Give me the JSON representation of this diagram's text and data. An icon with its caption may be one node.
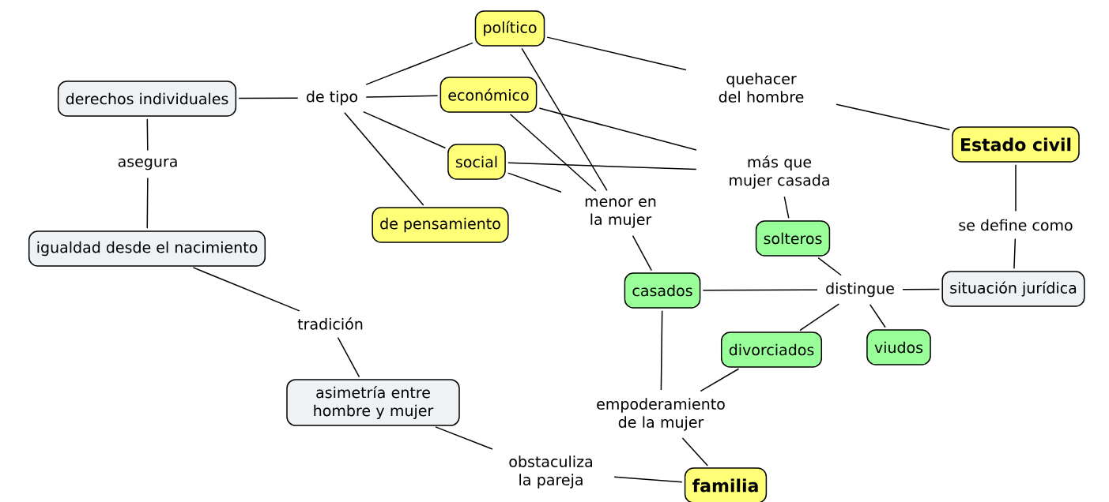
{
  "diagram": {
    "nodes": [
      {
        "text": [
          "político"
        ]
      },
      {
        "text": [
          "derechos individuales"
        ]
      },
      {
        "text": [
          "de tipo"
        ]
      },
      {
        "text": [
          "económico"
        ]
      },
      {
        "text": [
          "quehacer del hombre"
        ]
      },
      {
        "text": [
          "Estado civil"
        ]
      },
      {
        "text": [
          "social"
        ]
      },
      {
        "text": [
          "asegura"
        ]
      },
      {
        "text": [
          "más que mujer casada"
        ]
      },
      {
        "text": [
          "de pensamiento"
        ]
      },
      {
        "text": [
          "menor en la mujer"
        ]
      },
      {
        "text": [
          "se define como"
        ]
      },
      {
        "text": [
          "solteros"
        ]
      },
      {
        "text": [
          "igualdad desde el nacimiento"
        ]
      },
      {
        "text": [
          "casados"
        ]
      },
      {
        "text": [
          "distingue"
        ]
      },
      {
        "text": [
          "situación jurídica"
        ]
      },
      {
        "text": [
          "tradición"
        ]
      },
      {
        "text": [
          "divorciados"
        ]
      },
      {
        "text": [
          "viudos"
        ]
      },
      {
        "text": [
          "asimetría entre hombre y mujer"
        ]
      },
      {
        "text": [
          "empoderamiento de la mujer"
        ]
      },
      {
        "text": [
          "obstaculiza la pareja"
        ]
      },
      {
        "text": [
          "familia"
        ]
      }
    ],
    "edges": [
      {
        "from": 1,
        "to": 2,
        "arrow": "none"
      },
      {
        "from": 2,
        "to": 0,
        "arrow": "none"
      },
      {
        "from": 2,
        "to": 3,
        "arrow": "none"
      },
      {
        "from": 2,
        "to": 6,
        "arrow": "none"
      },
      {
        "from": 2,
        "to": 9,
        "arrow": "none"
      },
      {
        "from": 0,
        "to": 4,
        "arrow": "none"
      },
      {
        "from": 4,
        "to": 5,
        "arrow": "none"
      },
      {
        "from": 0,
        "to": 10,
        "arrow": "none"
      },
      {
        "from": 3,
        "to": 10,
        "arrow": "none"
      },
      {
        "from": 6,
        "to": 10,
        "arrow": "none"
      },
      {
        "from": 10,
        "to": 14,
        "arrow": "none"
      },
      {
        "from": 3,
        "to": 8,
        "arrow": "none"
      },
      {
        "from": 6,
        "to": 8,
        "arrow": "none"
      },
      {
        "from": 8,
        "to": 12,
        "arrow": "none"
      },
      {
        "from": 1,
        "to": 7,
        "arrow": "none"
      },
      {
        "from": 7,
        "to": 13,
        "arrow": "none"
      },
      {
        "from": 5,
        "to": 11,
        "arrow": "none"
      },
      {
        "from": 11,
        "to": 16,
        "arrow": "none"
      },
      {
        "from": 16,
        "to": 15,
        "arrow": "none"
      },
      {
        "from": 15,
        "to": 14,
        "arrow": "none"
      },
      {
        "from": 15,
        "to": 12,
        "arrow": "none"
      },
      {
        "from": 15,
        "to": 18,
        "arrow": "none"
      },
      {
        "from": 15,
        "to": 19,
        "arrow": "none"
      },
      {
        "from": 13,
        "to": 17,
        "arrow": "none"
      },
      {
        "from": 17,
        "to": 20,
        "arrow": "none"
      },
      {
        "from": 20,
        "to": 22,
        "arrow": "none"
      },
      {
        "from": 22,
        "to": 23,
        "arrow": "none"
      },
      {
        "from": 14,
        "to": 21,
        "arrow": "none"
      },
      {
        "from": 18,
        "to": 21,
        "arrow": "none"
      },
      {
        "from": 21,
        "to": 23,
        "arrow": "none"
      }
    ]
  }
}
